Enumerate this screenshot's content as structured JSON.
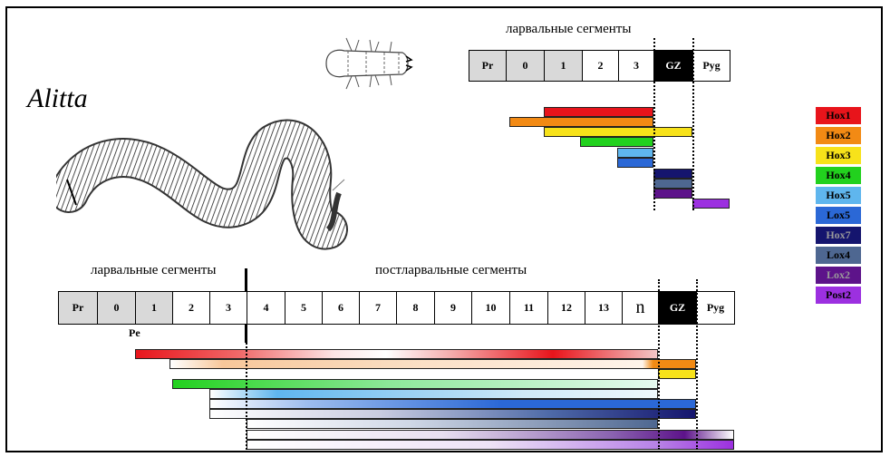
{
  "title": "Alitta",
  "top_segments_label": "ларвальные сегменты",
  "bottom_larval_label": "ларвальные сегменты",
  "bottom_postlarval_label": "постларвальные сегменты",
  "pe_label": "Pe",
  "top_segments": [
    {
      "label": "Pr",
      "fill": "#d9d9d9"
    },
    {
      "label": "0",
      "fill": "#d9d9d9"
    },
    {
      "label": "1",
      "fill": "#d9d9d9"
    },
    {
      "label": "2",
      "fill": "#ffffff"
    },
    {
      "label": "3",
      "fill": "#ffffff"
    },
    {
      "label": "GZ",
      "fill": "#000000",
      "text_color": "#ffffff"
    },
    {
      "label": "Pyg",
      "fill": "#ffffff"
    }
  ],
  "bottom_segments": [
    {
      "label": "Pr",
      "fill": "#d9d9d9"
    },
    {
      "label": "0",
      "fill": "#d9d9d9"
    },
    {
      "label": "1",
      "fill": "#d9d9d9"
    },
    {
      "label": "2",
      "fill": "#ffffff"
    },
    {
      "label": "3",
      "fill": "#ffffff"
    },
    {
      "label": "4",
      "fill": "#ffffff"
    },
    {
      "label": "5",
      "fill": "#ffffff"
    },
    {
      "label": "6",
      "fill": "#ffffff"
    },
    {
      "label": "7",
      "fill": "#ffffff"
    },
    {
      "label": "8",
      "fill": "#ffffff"
    },
    {
      "label": "9",
      "fill": "#ffffff"
    },
    {
      "label": "10",
      "fill": "#ffffff"
    },
    {
      "label": "11",
      "fill": "#ffffff"
    },
    {
      "label": "12",
      "fill": "#ffffff"
    },
    {
      "label": "13",
      "fill": "#ffffff"
    },
    {
      "label": "n",
      "fill": "#ffffff"
    },
    {
      "label": "GZ",
      "fill": "#000000",
      "text_color": "#ffffff"
    },
    {
      "label": "Pyg",
      "fill": "#ffffff"
    }
  ],
  "legend": [
    {
      "label": "Hox1",
      "color": "#e8141b",
      "text_color": "#000000"
    },
    {
      "label": "Hox2",
      "color": "#f28a14",
      "text_color": "#000000"
    },
    {
      "label": "Hox3",
      "color": "#f7e21a",
      "text_color": "#000000"
    },
    {
      "label": "Hox4",
      "color": "#22d11e",
      "text_color": "#000000"
    },
    {
      "label": "Hox5",
      "color": "#5fb6ee",
      "text_color": "#000000"
    },
    {
      "label": "Lox5",
      "color": "#2b68d6",
      "text_color": "#000000"
    },
    {
      "label": "Hox7",
      "color": "#15156e",
      "text_color": "#9a9a9a"
    },
    {
      "label": "Lox4",
      "color": "#4e6791",
      "text_color": "#000000"
    },
    {
      "label": "Lox2",
      "color": "#5d138a",
      "text_color": "#9a9a9a"
    },
    {
      "label": "Post2",
      "color": "#9c30e0",
      "text_color": "#000000"
    }
  ]
}
